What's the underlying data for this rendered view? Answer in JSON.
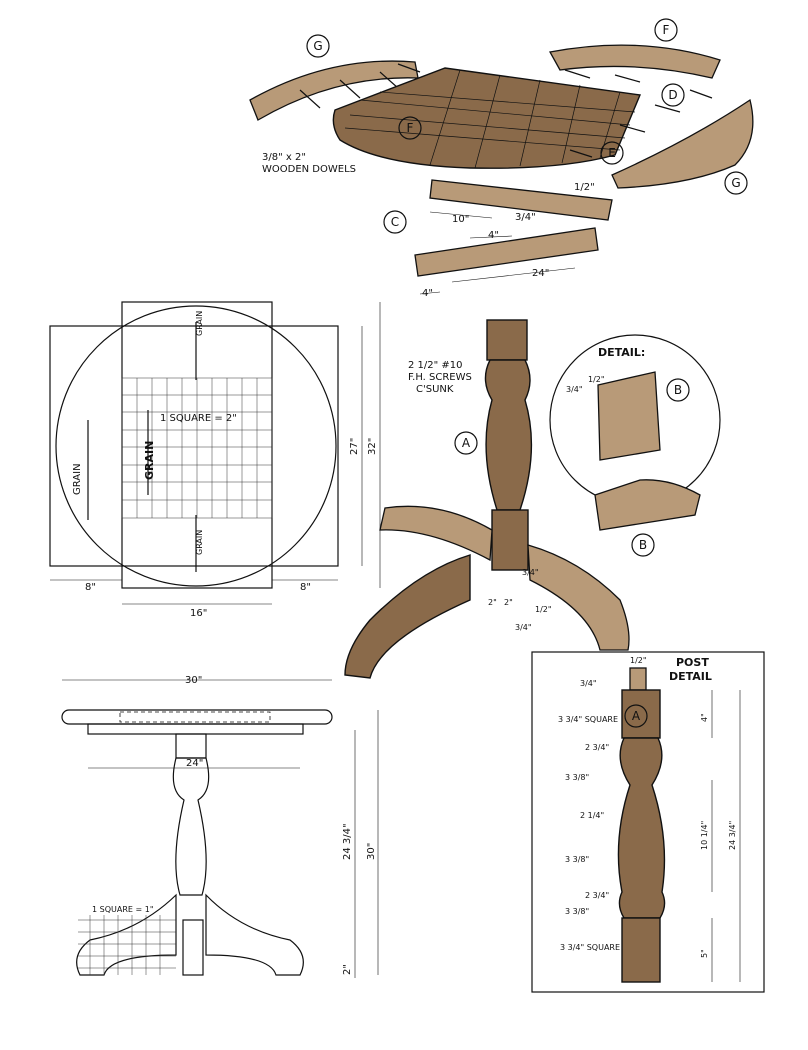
{
  "callouts": {
    "G1": "G",
    "F1": "F",
    "D": "D",
    "F2": "F",
    "E": "E",
    "G2": "G",
    "C": "C",
    "A1": "A",
    "B1": "B",
    "B2": "B",
    "A2": "A"
  },
  "notes": {
    "dowels_line1": "3/8\" x 2\"",
    "dowels_line2": "WOODEN DOWELS",
    "screws_line1": "2 1/2\" #10",
    "screws_line2": "F.H. SCREWS",
    "screws_line3": "C'SUNK",
    "detail_title": "DETAIL:",
    "post_detail_line1": "POST",
    "post_detail_line2": "DETAIL",
    "square_top": "1 SQUARE = 2\"",
    "square_side": "1 SQUARE = 1\"",
    "grain": "GRAIN"
  },
  "dims": {
    "d_1_half": "1/2\"",
    "d_10": "10\"",
    "d_3_4": "3/4\"",
    "d_4a": "4\"",
    "d_24": "24\"",
    "d_4b": "4\"",
    "d_27": "27\"",
    "d_32": "32\"",
    "d_8a": "8\"",
    "d_8b": "8\"",
    "d_16": "16\"",
    "d_30w": "30\"",
    "d_24b": "24\"",
    "d_24_3_4": "24 3/4\"",
    "d_30h": "30\"",
    "d_2": "2\"",
    "d_3_4_b": "3/4\"",
    "d_1_2_b": "1/2\"",
    "d_2_a": "2\"",
    "d_2_b": "2\"",
    "d_3_4_c": "3/4\"",
    "d_1_2_c": "1/2\"",
    "d_3_4_leg": "3/4\"",
    "d_3_4_sq1": "3 3/4\" SQUARE",
    "d_2_3_4_a": "2 3/4\"",
    "d_3_3_8_a": "3 3/8\"",
    "d_2_1_4": "2 1/4\"",
    "d_3_3_8_b": "3 3/8\"",
    "d_2_3_4_b": "2 3/4\"",
    "d_3_3_8_c": "3 3/8\"",
    "d_3_3_4_sq2": "3 3/4\" SQUARE",
    "d_4_post": "4\"",
    "d_10_1_4": "10 1/4\"",
    "d_24_3_4_post": "24 3/4\"",
    "d_5": "5\"",
    "d_1_2_post": "1/2\"",
    "d_3_4_post": "3/4\""
  }
}
